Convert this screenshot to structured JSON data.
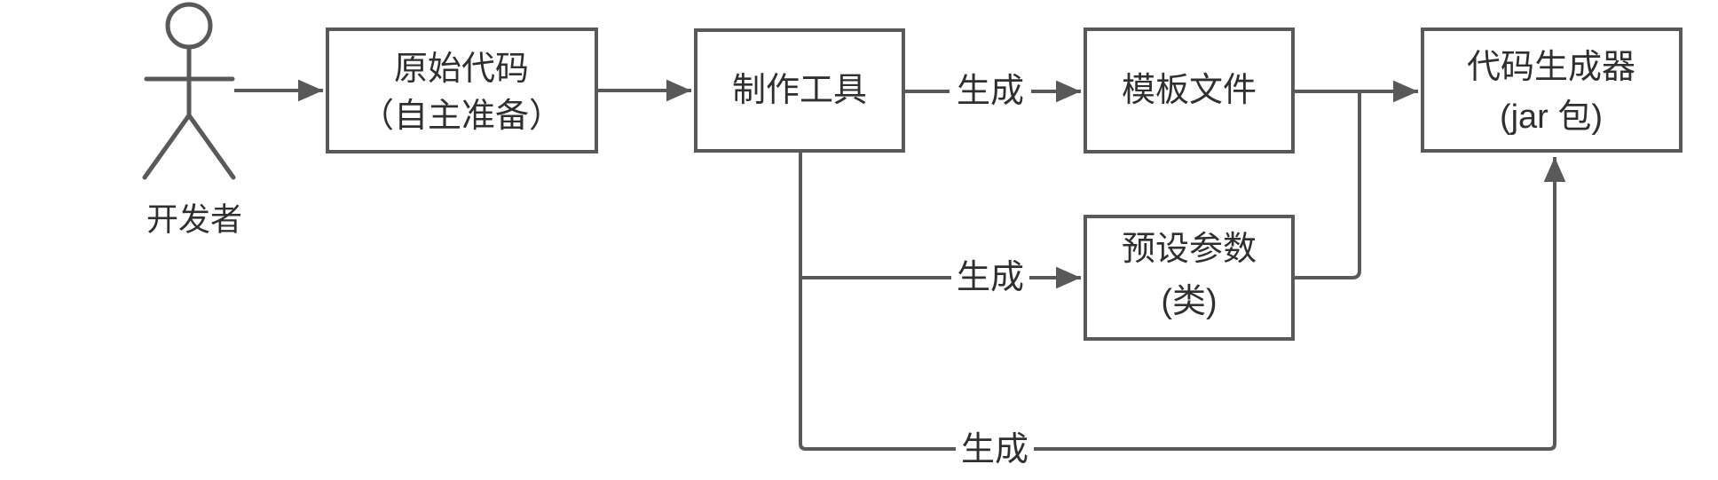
{
  "diagram": {
    "actor": {
      "label": "开发者"
    },
    "nodes": [
      {
        "id": "source-code",
        "lines": [
          "原始代码",
          "（自主准备）"
        ]
      },
      {
        "id": "build-tool",
        "lines": [
          "制作工具"
        ]
      },
      {
        "id": "template-file",
        "lines": [
          "模板文件"
        ]
      },
      {
        "id": "preset-params",
        "lines": [
          "预设参数",
          "(类)"
        ]
      },
      {
        "id": "code-generator",
        "lines": [
          "代码生成器",
          "(jar 包)"
        ]
      }
    ],
    "edges": {
      "tool_to_template": {
        "label": "生成"
      },
      "tool_to_params": {
        "label": "生成"
      },
      "tool_to_generator": {
        "label": "生成"
      }
    }
  },
  "colors": {
    "stroke": "#595959",
    "text": "#2f2f2f",
    "background": "#ffffff"
  }
}
